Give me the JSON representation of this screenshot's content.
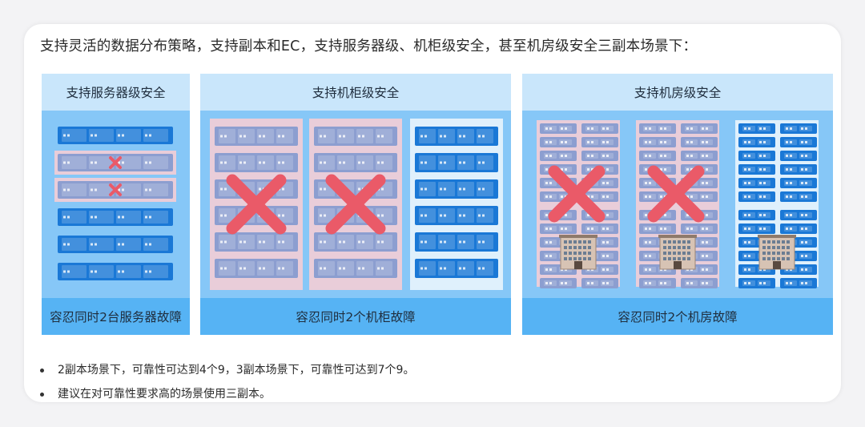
{
  "headline": "支持灵活的数据分布策略，支持副本和EC，支持服务器级、机柜级安全，甚至机房级安全三副本场景下：",
  "panels": [
    {
      "title": "支持服务器级安全",
      "footer": "容忍同时2台服务器故障"
    },
    {
      "title": "支持机柜级安全",
      "footer": "容忍同时2个机柜故障"
    },
    {
      "title": "支持机房级安全",
      "footer": "容忍同时2个机房故障"
    }
  ],
  "bullets": [
    "2副本场景下，可靠性可达到4个9，3副本场景下，可靠性可达到7个9。",
    "建议在对可靠性要求高的场景使用三副本。"
  ],
  "colors": {
    "server_active": "#1a78d6",
    "server_failed": "#8c9ed0",
    "failed_tint": "#e9cdd9",
    "cross": "#ea5a68",
    "title_bg": "#c9e6fb",
    "body_bg": "#86c7f7",
    "footer_bg": "#56b3f4"
  }
}
